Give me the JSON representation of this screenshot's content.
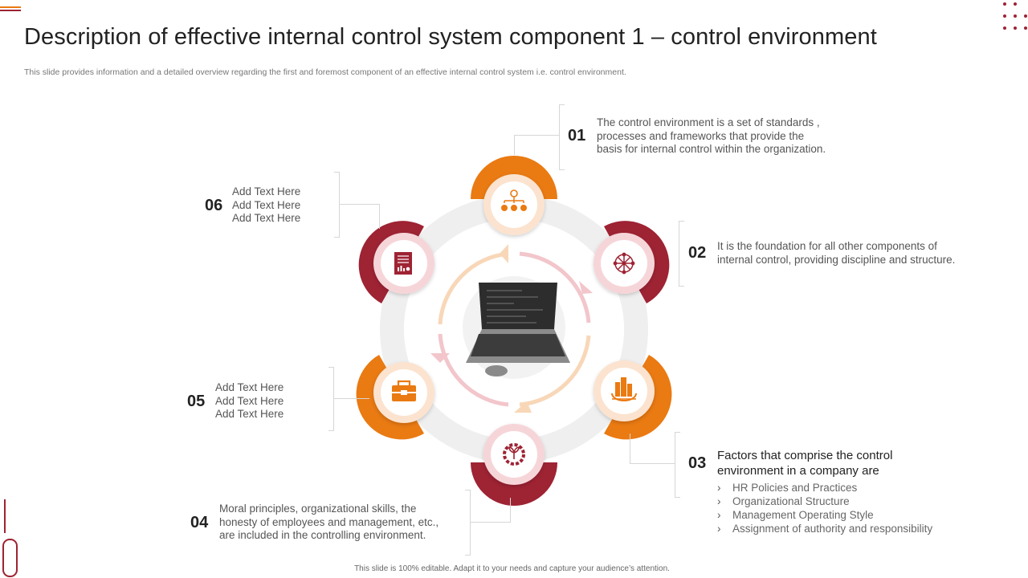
{
  "header": {
    "title": "Description of effective internal control system component 1 – control environment",
    "subtitle": "This slide provides information and a detailed overview regarding the first and foremost component of an effective internal control system i.e. control environment."
  },
  "footer": {
    "text": "This slide is 100% editable. Adapt it to your needs and capture your audience’s attention."
  },
  "items": [
    {
      "number": "01",
      "lines": [
        "The control environment is a set of standards ,",
        "processes and frameworks that provide the",
        "basis for internal control within the organization."
      ],
      "icon": "org-chart-icon"
    },
    {
      "number": "02",
      "lines": [
        "It is the foundation for all other components of",
        "internal control, providing discipline and structure."
      ],
      "icon": "network-icon"
    },
    {
      "number": "03",
      "heading": [
        "Factors that comprise the control",
        "environment  in a company are"
      ],
      "bullets": [
        "HR Policies and Practices",
        "Organizational Structure",
        "Management Operating Style",
        "Assignment of authority and responsibility"
      ],
      "icon": "globe-buildings-icon"
    },
    {
      "number": "04",
      "lines": [
        "Moral principles, organizational skills, the",
        "honesty of employees and management, etc.,",
        "are included in the controlling environment."
      ],
      "icon": "gear-plant-icon"
    },
    {
      "number": "05",
      "lines": [
        "Add Text Here",
        "Add Text Here",
        "Add Text Here"
      ],
      "icon": "toolbox-icon"
    },
    {
      "number": "06",
      "lines": [
        "Add Text Here",
        "Add Text Here",
        "Add Text Here"
      ],
      "icon": "report-document-icon"
    }
  ],
  "center": {
    "icon": "laptop-photo-icon"
  },
  "colors": {
    "orange": "#ea7a12",
    "maroon": "#9e2333",
    "light_peach": "#fbe3cf",
    "light_pink": "#f6d5d9",
    "ring": "#efefef",
    "ring_arrows_pink": "#f2c6cb",
    "ring_arrows_peach": "#f8d7b8"
  }
}
